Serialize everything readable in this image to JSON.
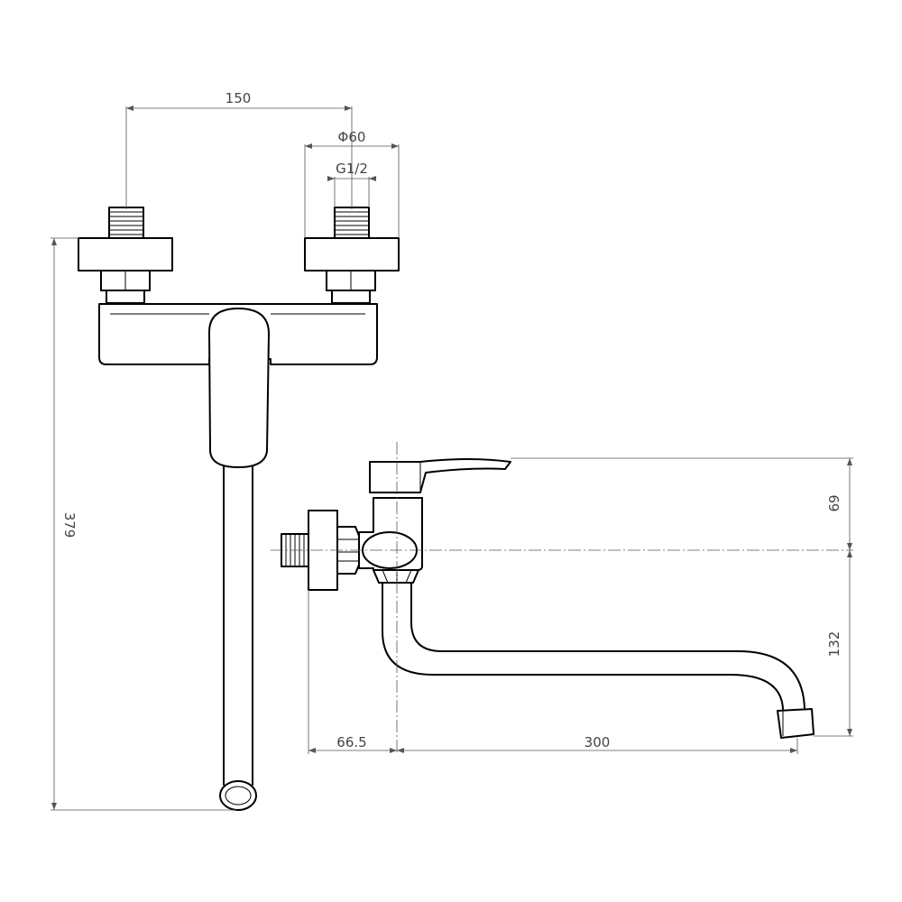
{
  "dimensions": {
    "width_150": "150",
    "diameter_60": "Φ60",
    "thread_g12": "G1/2",
    "height_379": "379",
    "height_69": "69",
    "height_132": "132",
    "offset_66_5": "66.5",
    "reach_300": "300"
  },
  "colors": {
    "line": "#000000",
    "dimension": "#555555",
    "text": "#444444",
    "background": "#ffffff"
  }
}
